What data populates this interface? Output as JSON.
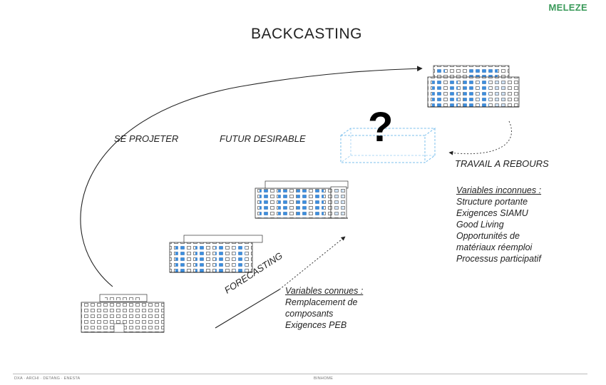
{
  "brand": "MELEZE",
  "title": "BACKCASTING",
  "labels": {
    "se_projeter": "SE PROJETER",
    "futur_desirable": "FUTUR DESIRABLE",
    "travail_a_rebours": "TRAVAIL A REBOURS",
    "forecasting": "FORECASTING",
    "unknown_mark": "?"
  },
  "variables_inconnues": {
    "heading": "Variables inconnues :",
    "items": [
      "Structure portante",
      "Exigences SIAMU",
      "Good Living",
      "Opportunités de",
      "matériaux réemploi",
      "Processus participatif"
    ]
  },
  "variables_connues": {
    "heading": "Variables connues :",
    "items": [
      "Remplacement de",
      "composants",
      "Exigences PEB"
    ]
  },
  "footer": {
    "left": "DXA · ARCHI · DETANG · ENESTA",
    "center": "BINHOME"
  },
  "colors": {
    "accent_blue": "#3b8fe0",
    "brand_green": "#3a9a5a",
    "dashed_box": "#7cc0ee"
  }
}
